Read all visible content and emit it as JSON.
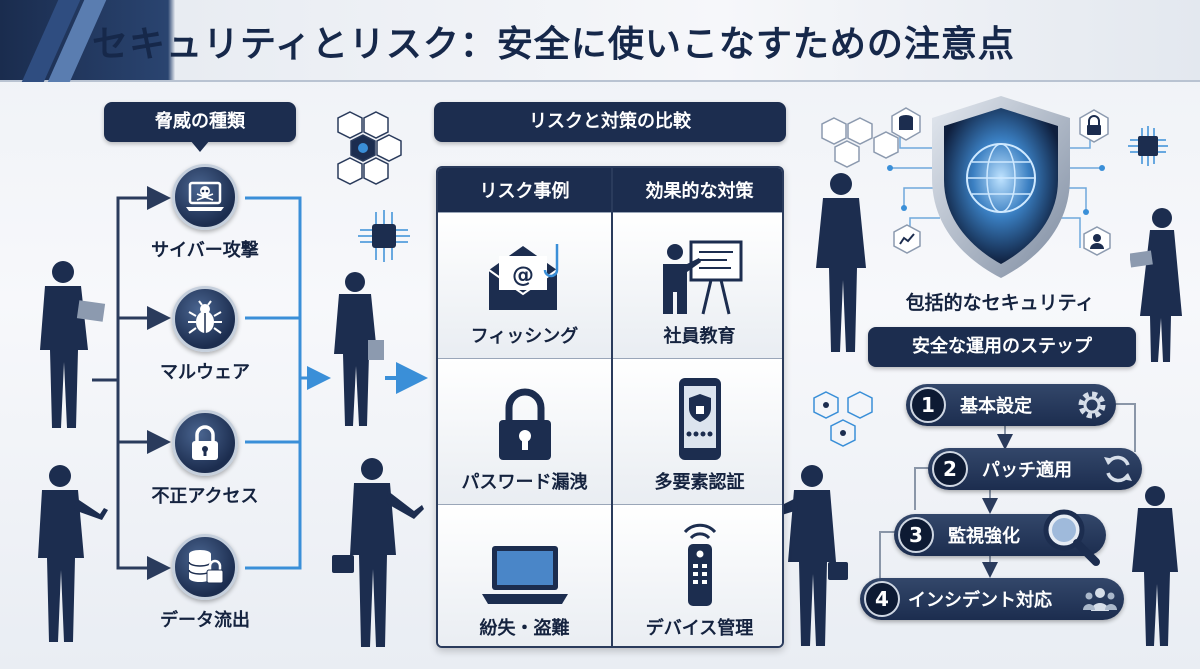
{
  "title": "セキュリティとリスク：安全に使いこなすための注意点",
  "threats": {
    "heading": "脅威の種類",
    "items": [
      {
        "label": "サイバー攻撃",
        "icon": "skull-laptop-icon"
      },
      {
        "label": "マルウェア",
        "icon": "bug-icon"
      },
      {
        "label": "不正アクセス",
        "icon": "padlock-icon"
      },
      {
        "label": "データ流出",
        "icon": "database-leak-icon"
      }
    ]
  },
  "comparison": {
    "heading": "リスクと対策の比較",
    "columns": [
      "リスク事例",
      "効果的な対策"
    ],
    "rows": [
      {
        "risk": "フィッシング",
        "risk_icon": "phishing-mail-icon",
        "measure": "社員教育",
        "measure_icon": "presentation-icon"
      },
      {
        "risk": "パスワード漏洩",
        "risk_icon": "padlock-icon",
        "measure": "多要素認証",
        "measure_icon": "phone-shield-icon"
      },
      {
        "risk": "紛失・盗難",
        "risk_icon": "laptop-icon",
        "measure": "デバイス管理",
        "measure_icon": "remote-control-icon"
      }
    ]
  },
  "security": {
    "label": "包括的なセキュリティ",
    "icon": "shield-globe-icon"
  },
  "steps": {
    "heading": "安全な運用のステップ",
    "items": [
      {
        "num": "1",
        "label": "基本設定",
        "icon": "gear-icon"
      },
      {
        "num": "2",
        "label": "パッチ適用",
        "icon": "refresh-icon"
      },
      {
        "num": "3",
        "label": "監視強化",
        "icon": "magnifier-icon"
      },
      {
        "num": "4",
        "label": "インシデント対応",
        "icon": "team-icon"
      }
    ]
  },
  "colors": {
    "navy": "#1c2d4f",
    "accent_blue": "#3a8fd8",
    "background": "#eef1f6"
  }
}
